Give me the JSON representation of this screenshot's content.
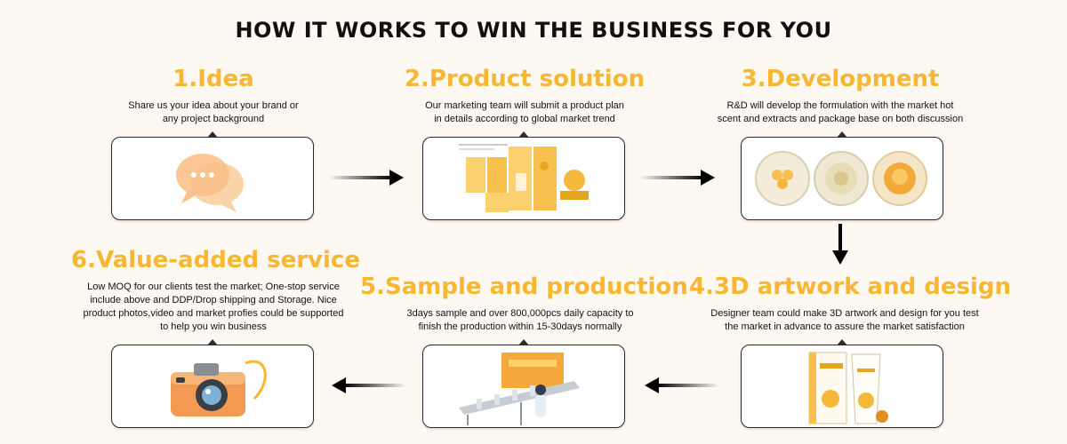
{
  "title": "HOW IT WORKS TO WIN THE BUSINESS FOR YOU",
  "colors": {
    "accent": "#f7b733",
    "text": "#111111",
    "background": "#fdf8f2"
  },
  "steps": [
    {
      "title": "1.Idea",
      "desc": [
        "Share us your idea about your brand or",
        "any project background"
      ],
      "icon": "chat-bubbles-icon"
    },
    {
      "title": "2.Product solution",
      "desc": [
        "Our marketing team will submit a product plan",
        "in details according to global market trend"
      ],
      "icon": "packaging-dieline-icon"
    },
    {
      "title": "3.Development",
      "desc": [
        "R&D will develop the formulation with the market hot",
        "scent and extracts and package base on both discussion"
      ],
      "icon": "petri-dishes-icon"
    },
    {
      "title": "4.3D artwork and design",
      "desc": [
        "Designer team could make 3D artwork and design for you test",
        "the market in advance to assure the market satisfaction"
      ],
      "icon": "product-box-tube-icon"
    },
    {
      "title": "5.Sample and production",
      "desc": [
        "3days sample and over 800,000pcs daily capacity to",
        "finish the production within 15-30days normally"
      ],
      "icon": "production-line-icon"
    },
    {
      "title": "6.Value-added service",
      "desc": [
        "Low MOQ for our clients test the market; One-stop service",
        "include above and DDP/Drop shipping and Storage. Nice",
        "product photos,video and market profies could be supported",
        "to help you win business"
      ],
      "icon": "camera-icon"
    }
  ]
}
